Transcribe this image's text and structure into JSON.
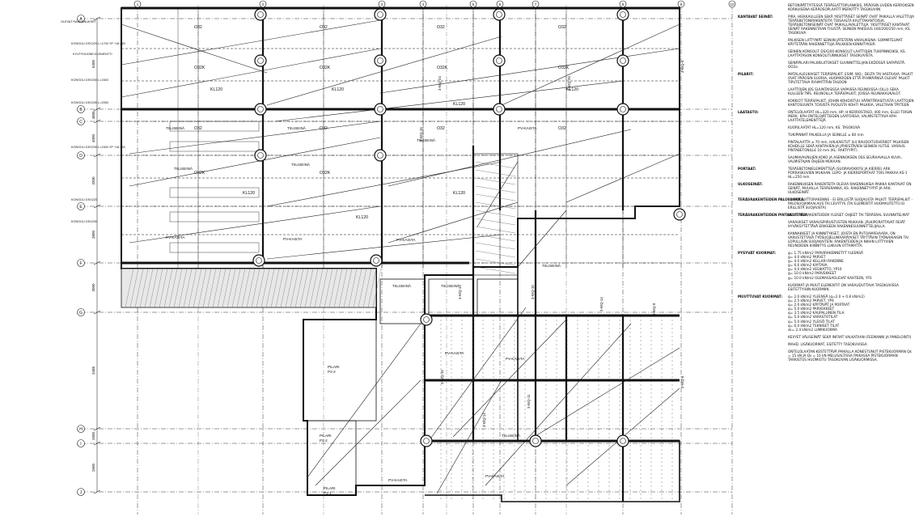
{
  "sheet": {
    "grid_rows": [
      "A",
      "B",
      "C",
      "D",
      "E",
      "F",
      "G",
      "H",
      "I",
      "J"
    ],
    "grid_cols": [
      "1",
      "2",
      "3",
      "4",
      "5",
      "6",
      "7",
      "8",
      "9",
      "10"
    ],
    "left_dims": [
      "6300",
      "4000",
      "4000",
      "3300",
      "3800",
      "3000",
      "3488",
      "2600",
      "2600"
    ],
    "slab_labels": [
      "O32",
      "O32",
      "O32",
      "O32",
      "O32K",
      "O32K",
      "O32K",
      "O32K",
      "O32",
      "O32",
      "O32",
      "O32",
      "O32K",
      "O32K",
      "KL120",
      "KL120",
      "KL120",
      "KL120",
      "KL120",
      "KL120",
      "KL120"
    ],
    "wall_labels": [
      "TIILISEINÄ",
      "TIILISEINÄ",
      "TIILISEINÄ",
      "TIILISEINÄ",
      "TIILISEINÄ",
      "TIILISEINÄ",
      "TIILISEINÄ",
      "TIILISEINÄ",
      "TIILISEINÄ"
    ],
    "strip_labels": [
      "PV-KAISTA",
      "PV-KAISTA",
      "PV-KAISTA",
      "PV-KAISTA",
      "PV-KAISTA",
      "PV-KAISTA",
      "PV-KAISTA",
      "PV-KAISTA"
    ],
    "beam_labels": [
      "3-WQ-24",
      "3-WQ-25",
      "3-WQ-16",
      "3-WQ-15",
      "3-WQ-14",
      "3-WQ-10",
      "3-WQ-13",
      "3-WQ-11",
      "3-WQ-12",
      "3-WQ-9",
      "3-WQ-4",
      "3-WQ-5"
    ],
    "pillar_labels": [
      "PILARI\nP2-2",
      "PILARI\nP2-2",
      "PILARI\nP2-1"
    ],
    "side_tags": [
      "OLEVAT RAKENNUKSET",
      "KONSOLI DSX220 L=1700 YP +16.860",
      "KYLPYHUONE-ELEMENTTI",
      "KONSOLI DSX230 L=2400",
      "KONSOLI DSX230 L=2050",
      "KONSOLI DSX230 L=2400 YP +16.960",
      "KONSOLI DSX220",
      "KONSOLI DSX230"
    ]
  },
  "notes": [
    {
      "key": "",
      "text": "BETONIPÄTTYITESSÄ TERÄSLATTOPLANKSIS, PÄÄOSIN UUDEN KERROKSEN KORKUISENA KERROSOPLAATIT MERKITTY TASOKUVIIN"
    },
    {
      "key": "KANTAVAT SEINÄT:",
      "text": "PIRA, HIEKKAULLEEN SEKÄ YKSITTÄISET SEINÄT OVAT PAIKALLA VALETTUJA TERÄSBETONIRAKENTEITA TOISAALTA KAUTTAKANTOISIA. TERÄSBETONISEINÄT OVAT PAIKALLAVALETTUJA. YKSITTÄISET KANTAVAT SEINÄT RAKENNETAAN TIILISTÄ. SEINIEN PAKSUUS 160/200/250 mm, KS. TASOKUVA"
    },
    {
      "key": "",
      "text": "PALKISEN LIITTYMÄT SEINIIN JÄTETÄÄN VARAUKSINA. SOMMITELMAT KÄYTETÄÄN RAKENNETTUJA PALKKIEN KIINNITYKSIÄ."
    },
    {
      "key": "",
      "text": "SEINIEN KONSOLIT DSX200-KONSOLIT LAATTOJEN TUKIPINNOIKSI, KS. LAATTATASON KONSOLITUNNUKSET TASOKUVISTA."
    },
    {
      "key": "",
      "text": "SEINÄPILARI-PALKKILIITOKSET SUUNNITTELIJAN EKDOSSÄ SARYÄISTÄ. OO2a"
    },
    {
      "key": "PILARIT:",
      "text": "MATALALEUKAISET TERÄSPALKIT. ESIM. WQ-, DELTA TAI VASTAAVA. PALKIT OVAT PÄÄOSIN SUORIA, HUOMIOIDEN ETTÄ RYHMÄÄNSÄ OLEVAT PALKIT TIPUTETTAVA RYHMITTÄIN TASOON"
    },
    {
      "key": "",
      "text": "LAATTOJEN JOS SUUNTAISISSA VAPAISSA REUNOISSA (OLLI) SEKA KULLEEN TMS. REUNOILLA TERÄSPALKIT, JOISSA REUNAKAUKALOT."
    },
    {
      "key": "",
      "text": "KOKKIOT TERÄSPALKIT, JOIHIN KOHDISTUU VÄÄNTÖRASITUSTA LAATTOJEN KANTOSUUNTA TOISISTA PUOLISTA KOHTI PALKKIA, VALETAAN TÄYTEEN"
    },
    {
      "key": "LAATASTO:",
      "text": "ONTELOLAATAT HL=320 mm, HP, H KERROSTASO, 400 mm, ELLEI TOISIN MERK. KPH-ONTELOJÄTTEIDEN LAATOISSA, VALMISTETTAVA KPH-LAATTATELEMENTTEJÄ."
    },
    {
      "key": "",
      "text": "KUORILAATAT HL=120 mm, KS. TASOKUVA"
    },
    {
      "key": "",
      "text": "TUKIPINNAT PALKEILLA JA SEINILLE ≥ 80 mm"
    },
    {
      "key": "",
      "text": "PINTALAATTA ≥ 70 mm, HALKAISTUT (kl) RAUDOITUSVERKOT PALKISEN KOHDILLE SEKÄ KANTAVIEN JA JÄYKISTÄVIEN SEINIEN YLITSE. VARAUS PINTABETONILLE 10 mm (KL: RAKTYYPIT)."
    },
    {
      "key": "",
      "text": "SAUMAVAUNUJEN KOKO JA ASENNOKSEN OSS SEURAAVALLA KUVA-, VALMISTAJAN OHJEEN MUKAAN."
    },
    {
      "key": "PORTAAT:",
      "text": "TERÄSBETONIELEMENTTEJÄ (SUORAVOKKYSI JA KIERRE) ARK PORRASKUVIEN MUKAAN. LEPO- JA KIERREPORTAAT TOIS PAKKAA KS-1 HL=250 mm"
    },
    {
      "key": "ULKOSEINÄT:",
      "text": "RAKENNUKSEN RAKENTEITA OLEVIA RAKENNUKSIA PAIKKA KANTAVAT ON SEINÄT, MUUALLA TERÄSRANKA, KS. RAKENNETYYPIT JA ARK. ULKOSEINÄT."
    },
    {
      "key": "TERÄSRAKENTEIDEN PALOLUOKKA:",
      "text": "PILARIT: LIITTORAKENNE - EI ERILLISTÄ SUOJAUSTA PALKIT: TERÄSPALKIT - PALOSUOJAMAALAUS TAI LEVYTYS (TAI ELEMENTIT HUOMAUTETTU EI ERILLISTÄ SUOJAUSTA)"
    },
    {
      "key": "TERÄSRAKENTEIDEN PINTAKSITTELY:",
      "text": "KS. TERÄSRAKENTEIDEN YLEISET OHJEET TAI TERÄSRAL SUUNNITELMAT"
    },
    {
      "key": "",
      "text": "VARAUKSET VARAUSPIIRUSTUSTEN MUKAAN. JÄLKIPORATTAVAT REIÄT HYVÄKSYTETTÄVÄ ERIKSEEN RAKENNESUUNNITTELIJALLA."
    },
    {
      "key": "",
      "text": "KANNAKKEET JA KIINNITYKSET, JOISTA EN PUTOAMISVAARA, ON VARUSTETTAVA TYÖSUOJELUMAARÄYKSET TÄYTTÄVIN TYÖNAIKAISIN TAI LOPULLISIN SUOJAKAITEIN. RAKENTEIDEN JA NIIHIN LIITTYVIEN REUNOIDEN KIINNITYS LUKUUN OTTAMATTA."
    },
    {
      "key": "PYSYVÄT KUORMAT:",
      "text": "g= 1.75 kN/m2 PARVIRAKENNETYT YLEENSÄ\ng= 4.0 kN/m2 PARVET\ng= 4.0 kN/m2 KELLARI RAKENNE\ng= 6.6 kN/m2 KAYTAVA\ng= 4.0 kN/m2 VESIKATTO, YP10\ng= 10.0 kN/m2 PARVEKKEET\ng= 10.0 kN/m2 OLEMASSAOLEVAT KAHTEEN, YP3"
    },
    {
      "key": "",
      "text": "KUORMAT JA MUUT ELEMENTIT ON VARAUDUTTAVA TASOKUVISSA ESITETTYIHIN KUORMIIN."
    },
    {
      "key": "MUUTTUVAT KUORMAT:",
      "text": "q= 2.0 kN/m2 YLEENSÄ (q=2.0 + 0.8 kN/m2)\nq= 2.5 kN/m2 PARVET, YP4\nq= 2.0 kN/m2 KÄYTÄVÄT JA PORTAAT\nq= 5.0 kN/m2 PARVEKKEET\nq= 3.5 kN/m2 KAUPALLINEN TILA\nq= 5.0 kN/m2 VARASTOTILAT\nq= 5.0 kN/m2 YLEISÖ TILAT\nq= 6.0 kN/m2 TEKNISET TILAT\nsk= 2.4 kN/m2 LUMIKUORMA"
    },
    {
      "key": "",
      "text": "KEVYET VÄLISEINÄT SEKÄ INFRAT VALKATAAN (FEEMANNI JA PANELOINTI)"
    },
    {
      "key": "",
      "text": "MAHD. LISÄKUORMAT, ESITETTY TASOKUVISSA"
    },
    {
      "key": "",
      "text": "ONTELOLAATAN KESTETTÄVÄ PAIKALLA KONESTUNUT PISTEKUORMAN Qk = 15 kN JA Qs = 10 kN MELUSALTISSA PAIKASSA PISTEKUORMAN TARKISTUS HUOMIOTU TASOKUVAN LISÄKUORMISSA."
    }
  ]
}
